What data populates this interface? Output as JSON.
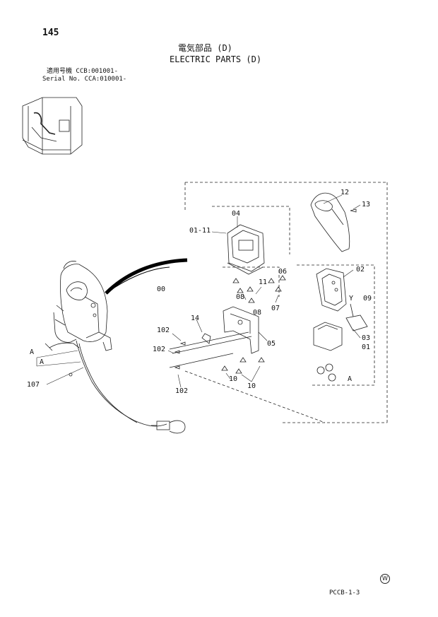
{
  "header": {
    "page_number": "145",
    "title_jp": "電気部品 (D)",
    "title_en": "ELECTRIC PARTS (D)",
    "serial_jp": "適用号機  CCB:001001-",
    "serial_en": "Serial No. CCA:010001-"
  },
  "callouts": {
    "c12": "12",
    "c13": "13",
    "c04": "04",
    "c01_11": "01-11",
    "c06": "06",
    "c11": "11",
    "c07": "07",
    "c08a": "08",
    "c08b": "08",
    "c00": "00",
    "c02": "02",
    "c09": "09",
    "cY": "Y",
    "c14": "14",
    "c102a": "102",
    "c102b": "102",
    "c102c": "102",
    "c05": "05",
    "c03": "03",
    "c01": "01",
    "c10a": "10",
    "c10b": "10",
    "cA_detail": "A",
    "cA_left1": "A",
    "cA_left2": "A",
    "c107": "107"
  },
  "footer": {
    "mark": "W",
    "code": "PCCB-1-3"
  }
}
